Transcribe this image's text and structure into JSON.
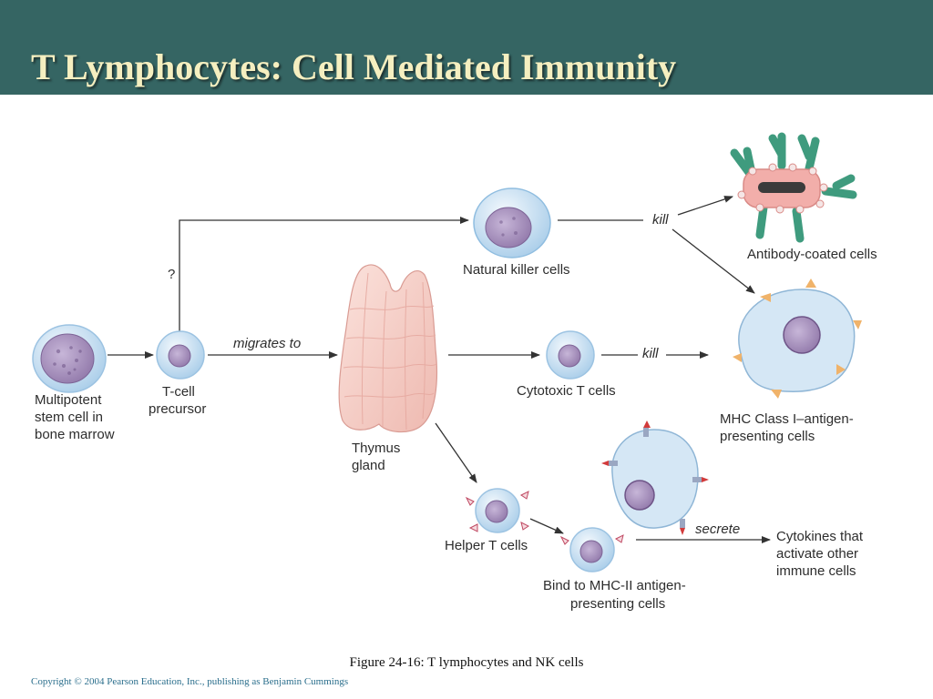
{
  "slide": {
    "title": "T Lymphocytes: Cell Mediated Immunity",
    "caption": "Figure 24-16: T lymphocytes and NK cells",
    "copyright": "Copyright © 2004 Pearson Education, Inc., publishing as Benjamin Cummings"
  },
  "labels": {
    "stem_cell_1": "Multipotent",
    "stem_cell_2": "stem cell in",
    "stem_cell_3": "bone marrow",
    "tcell_precursor_1": "T-cell",
    "tcell_precursor_2": "precursor",
    "question": "?",
    "migrates_to": "migrates to",
    "natural_killer": "Natural killer cells",
    "thymus_1": "Thymus",
    "thymus_2": "gland",
    "cytotoxic": "Cytotoxic T cells",
    "kill_upper": "kill",
    "kill_middle": "kill",
    "antibody_coated": "Antibody-coated cells",
    "mhc1_1": "MHC Class I–antigen-",
    "mhc1_2": "presenting cells",
    "helper": "Helper T cells",
    "bind_1": "Bind to MHC-II antigen-",
    "bind_2": "presenting cells",
    "secrete": "secrete",
    "cytokines_1": "Cytokines that",
    "cytokines_2": "activate other",
    "cytokines_3": "immune cells"
  },
  "colors": {
    "title_bar": "#356563",
    "title_text": "#f5efc0",
    "cell_membrane": "#cfe4f3",
    "nucleus": "#a991bd",
    "thymus": "#f6cfc8",
    "antibody": "#3f9b7e",
    "target_cell": "#f1a7a4",
    "arrow": "#333333"
  }
}
